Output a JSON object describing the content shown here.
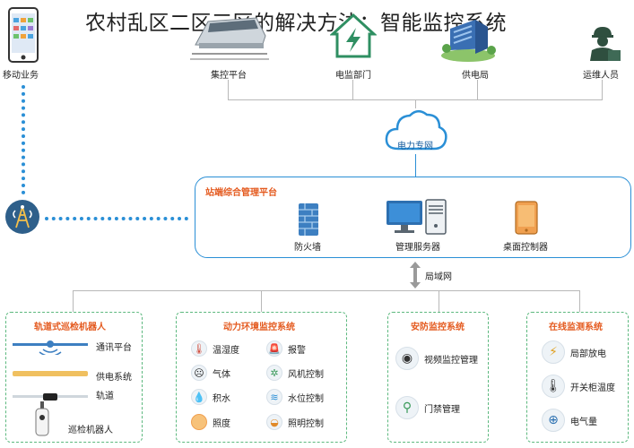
{
  "title": "农村乱区二区三区的解决方法：智能监控系统",
  "top_nodes": {
    "mobile": "移动业务",
    "central": "集控平台",
    "dept": "电监部门",
    "bureau": "供电局",
    "ops": "运维人员"
  },
  "cloud_label": "电力专网",
  "platform": {
    "title": "站端综合管理平台",
    "firewall": "防火墙",
    "server": "管理服务器",
    "desktop": "桌面控制器"
  },
  "lan_label": "局域网",
  "rail_robot": {
    "title": "轨道式巡检机器人",
    "items": [
      "通讯平台",
      "供电系统",
      "轨道",
      "巡检机器人"
    ]
  },
  "env": {
    "title": "动力环境监控系统",
    "left": [
      "温湿度",
      "气体",
      "积水",
      "照度"
    ],
    "right": [
      "报警",
      "风机控制",
      "水位控制",
      "照明控制"
    ]
  },
  "security": {
    "title": "安防监控系统",
    "items": [
      "视频监控管理",
      "门禁管理"
    ]
  },
  "online": {
    "title": "在线监测系统",
    "items": [
      "局部放电",
      "开关柜温度",
      "电气量"
    ]
  },
  "colors": {
    "accent": "#2a8fd6",
    "orange": "#e45a1f",
    "green": "#5cb87e"
  },
  "icons": [
    "phone-icon",
    "train-icon",
    "house-bolt-icon",
    "building-icon",
    "worker-icon",
    "cloud-icon",
    "antenna-icon",
    "firewall-icon",
    "monitor-icon",
    "server-icon",
    "tablet-icon",
    "updown-arrow-icon"
  ]
}
